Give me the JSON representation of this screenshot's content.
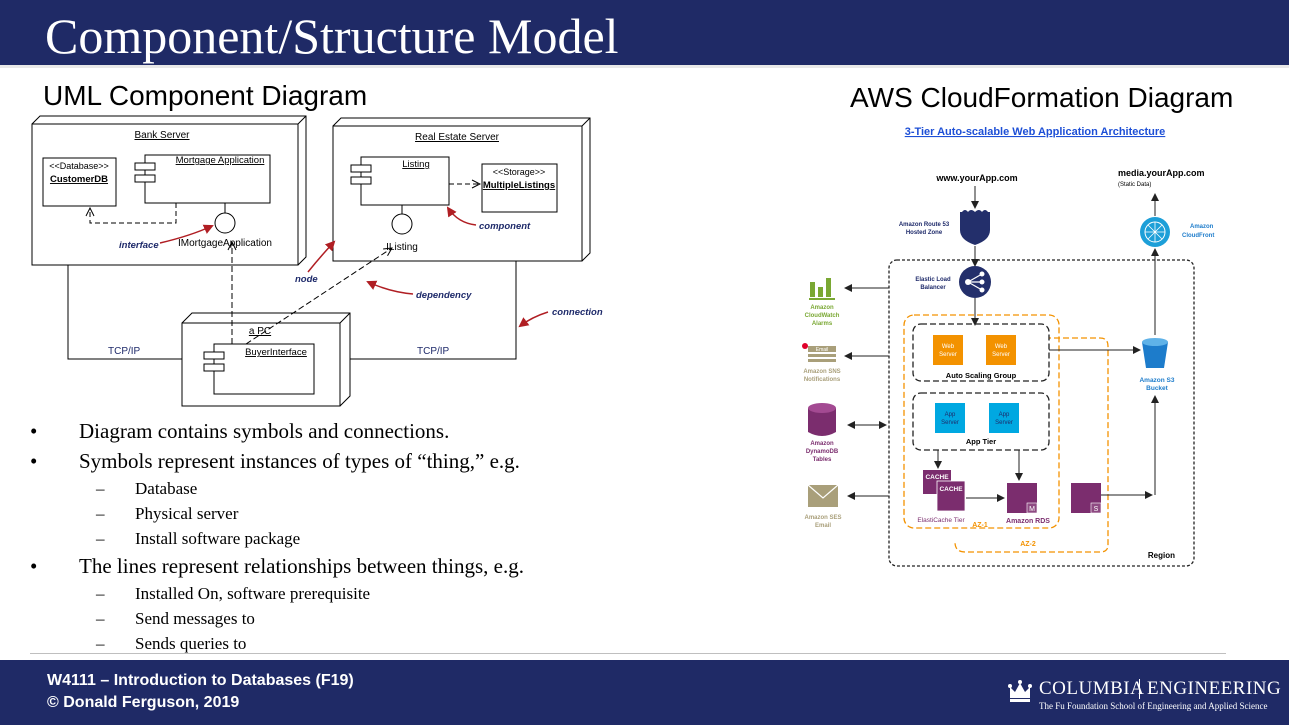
{
  "slide": {
    "title": "Component/Structure Model",
    "left_subtitle": "UML Component Diagram",
    "right_subtitle": "AWS CloudFormation Diagram"
  },
  "uml": {
    "bank_server": "Bank Server",
    "real_estate_server": "Real Estate Server",
    "database_stereotype": "<<Database>>",
    "customer_db": "CustomerDB",
    "mortgage_app": "Mortgage Application",
    "imortgage": "IMortgageApplication",
    "interface_callout": "interface",
    "listing": "Listing",
    "storage_stereotype": "<<Storage>>",
    "multiple_listings": "MultipleListings",
    "component_callout": "component",
    "ilisting": "IListing",
    "node_callout": "node",
    "dependency_callout": "dependency",
    "connection_callout": "connection",
    "a_pc": "a PC",
    "buyer_interface": "BuyerInterface",
    "tcpip_left": "TCP/IP",
    "tcpip_right": "TCP/IP"
  },
  "aws": {
    "title": "3-Tier Auto-scalable Web Application Architecture",
    "www": "www.yourApp.com",
    "media": "media.yourApp.com",
    "static": "(Static Data)",
    "route53_1": "Amazon Route 53",
    "route53_2": "Hosted Zone",
    "cloudfront_1": "Amazon",
    "cloudfront_2": "CloudFront",
    "elb_1": "Elastic Load",
    "elb_2": "Balancer",
    "cloudwatch_1": "Amazon",
    "cloudwatch_2": "CloudWatch",
    "cloudwatch_3": "Alarms",
    "sns_email": "Email",
    "sns_1": "Amazon SNS",
    "sns_2": "Notifications",
    "dynamo_1": "Amazon",
    "dynamo_2": "DynamoDB",
    "dynamo_3": "Tables",
    "ses_1": "Amazon SES",
    "ses_2": "Email",
    "web_server_1": "Web",
    "web_server_2": "Server",
    "auto_scaling": "Auto Scaling Group",
    "app_server_1": "App",
    "app_server_2": "Server",
    "app_tier": "App Tier",
    "cache_label": "CACHE",
    "elasticache": "ElastiCache Tier",
    "rds": "Amazon RDS",
    "rds_m": "M",
    "rds_s": "S",
    "az1": "AZ-1",
    "az2": "AZ-2",
    "s3_1": "Amazon S3",
    "s3_2": "Bucket",
    "region": "Region",
    "colors": {
      "navy": "#232f6b",
      "purple": "#7b2d6e",
      "orange": "#f39200",
      "blue": "#1d7ccb",
      "cyan": "#00a8e1",
      "green": "#7aa833",
      "tan": "#a99f7a"
    }
  },
  "bullets": [
    {
      "text": "Diagram contains symbols and connections.",
      "subs": []
    },
    {
      "text": "Symbols represent instances of types of “thing,” e.g.",
      "subs": [
        "Database",
        "Physical server",
        "Install software package"
      ]
    },
    {
      "text": "The lines represent relationships between things, e.g.",
      "subs": [
        "Installed On, software prerequisite",
        "Send messages to",
        "Sends queries to"
      ]
    }
  ],
  "bullet_marker": "•",
  "sub_marker": "–",
  "footer": {
    "course": "W4111 – Introduction to Databases (F19)",
    "copyright": "© Donald Ferguson, 2019",
    "logo_left": "COLUMBIA",
    "logo_right": "ENGINEERING",
    "logo_tagline": "The Fu Foundation School of Engineering and Applied Science"
  }
}
